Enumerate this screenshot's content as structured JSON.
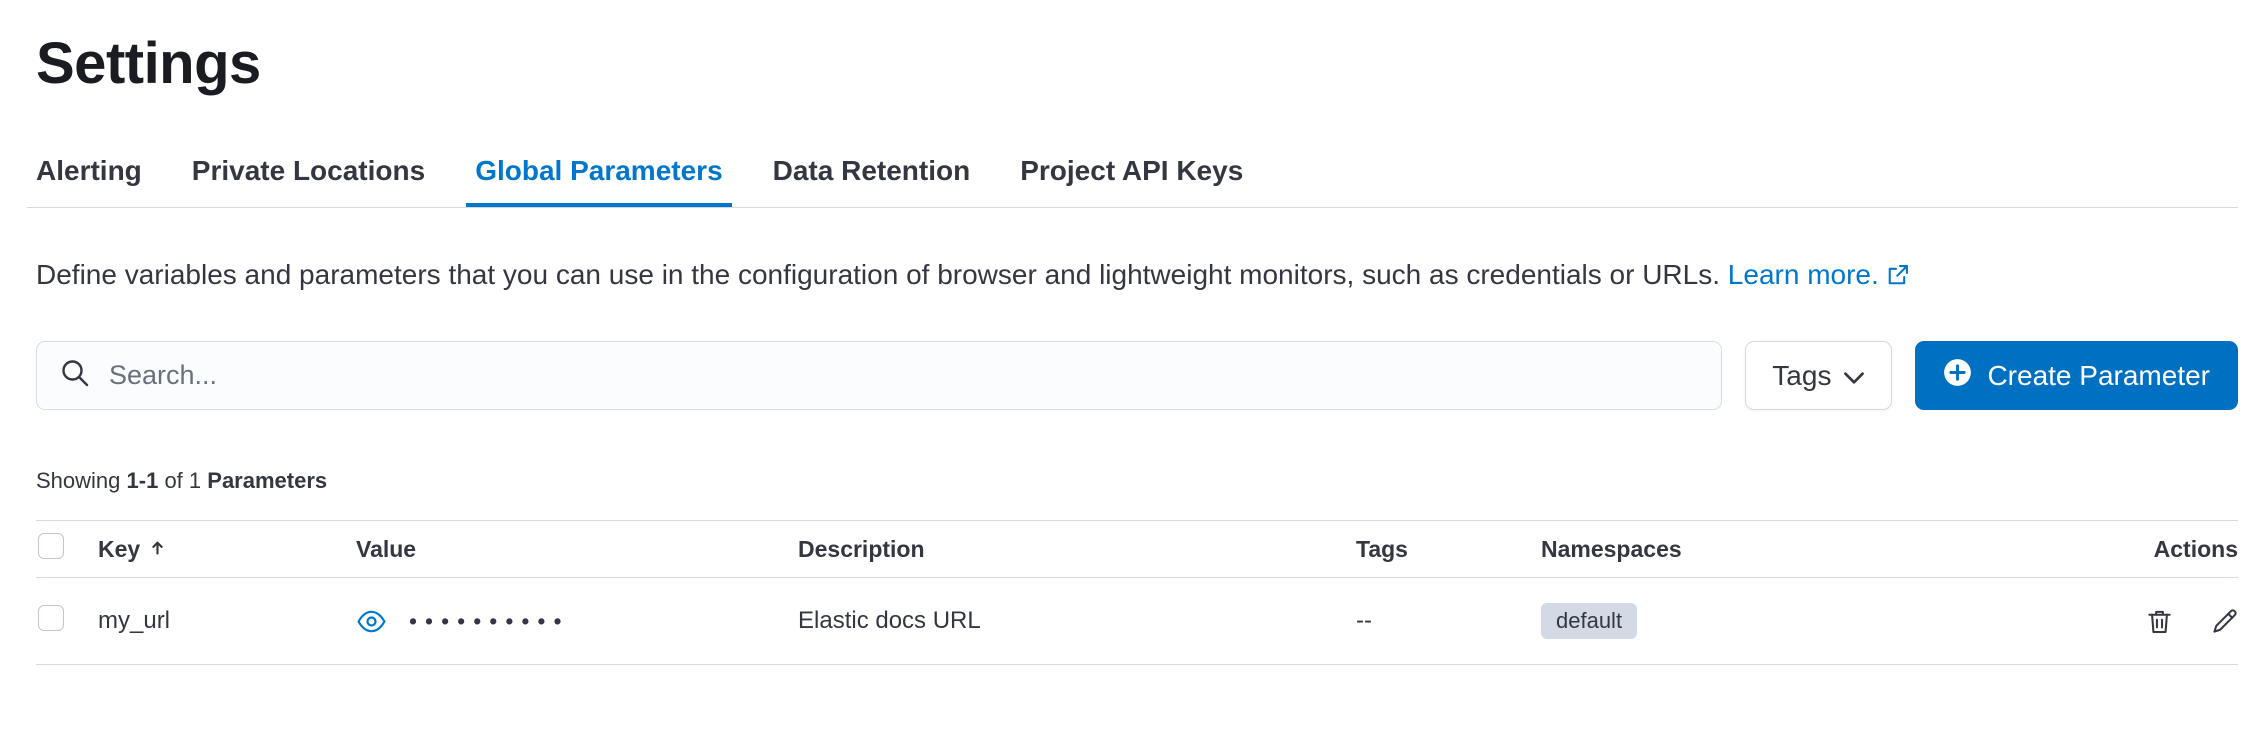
{
  "page": {
    "title": "Settings"
  },
  "tabs": [
    {
      "label": "Alerting"
    },
    {
      "label": "Private Locations"
    },
    {
      "label": "Global Parameters"
    },
    {
      "label": "Data Retention"
    },
    {
      "label": "Project API Keys"
    }
  ],
  "description": {
    "text": "Define variables and parameters that you can use in the configuration of browser and lightweight monitors, such as credentials or URLs.",
    "link_label": "Learn more."
  },
  "toolbar": {
    "search_placeholder": "Search...",
    "tags_filter_label": "Tags",
    "create_button_label": "Create Parameter"
  },
  "results_summary": {
    "prefix": "Showing",
    "range": "1-1",
    "middle": "of 1",
    "entity": "Parameters"
  },
  "table": {
    "headers": {
      "key": "Key",
      "value": "Value",
      "description": "Description",
      "tags": "Tags",
      "namespaces": "Namespaces",
      "actions": "Actions"
    },
    "rows": [
      {
        "key": "my_url",
        "value_masked": "••••••••••",
        "description": "Elastic docs URL",
        "tags": "--",
        "namespace": "default"
      }
    ]
  },
  "colors": {
    "primary": "#0071c2",
    "link": "#0077cc",
    "border": "#d3dae6",
    "text": "#343741",
    "badge_bg": "#d3dae6"
  }
}
